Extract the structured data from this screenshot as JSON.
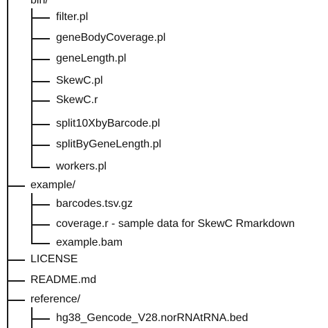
{
  "tree": {
    "bin": {
      "label": "bin/",
      "children": [
        "filter.pl",
        "geneBodyCoverage.pl",
        "geneLength.pl",
        "SkewC.pl",
        "SkewC.r",
        "split10XbyBarcode.pl",
        "splitByGeneLength.pl",
        "workers.pl"
      ]
    },
    "example": {
      "label": "example/",
      "children": [
        "barcodes.tsv.gz",
        "coverage.r - sample data for SkewC Rmarkdown",
        "example.bam"
      ]
    },
    "license": "LICENSE",
    "readme": "README.md",
    "reference": {
      "label": "reference/",
      "children": [
        "hg38_Gencode_V28.norRNAtRNA.bed"
      ]
    }
  },
  "colors": {
    "line": "#1a1a1a",
    "text": "#111111"
  }
}
